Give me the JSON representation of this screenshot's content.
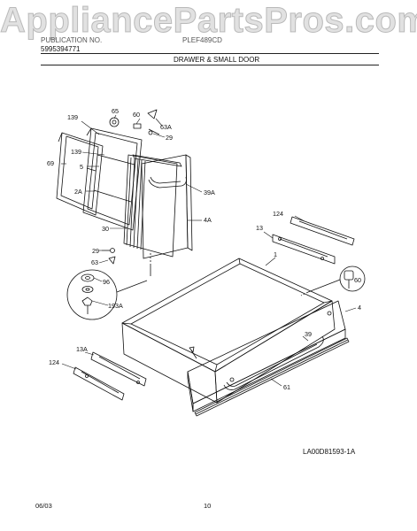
{
  "watermark": "AppliancePartsPros.com",
  "header": {
    "label_left": "PUBLICATION NO.",
    "publication_number": "5995394771",
    "model": "PLEF489CD",
    "section_title": "DRAWER & SMALL DOOR"
  },
  "callouts": {
    "c139a": "139",
    "c65": "65",
    "c60": "60",
    "c63A": "63A",
    "c29a": "29",
    "c139b": "139",
    "c69": "69",
    "c5": "5",
    "c2A": "2A",
    "c30": "30",
    "c39A": "39A",
    "c4A": "4A",
    "c29b": "29",
    "c63": "63",
    "c96": "96",
    "c193A": "193A",
    "c124a": "124",
    "c13": "13",
    "c1": "1",
    "c60b": "60",
    "c4": "4",
    "c39": "39",
    "c13A": "13A",
    "c124b": "124",
    "c61": "61"
  },
  "drawing_code": "LA00D81593-1A",
  "footer": {
    "date": "06/03",
    "page": "10"
  }
}
